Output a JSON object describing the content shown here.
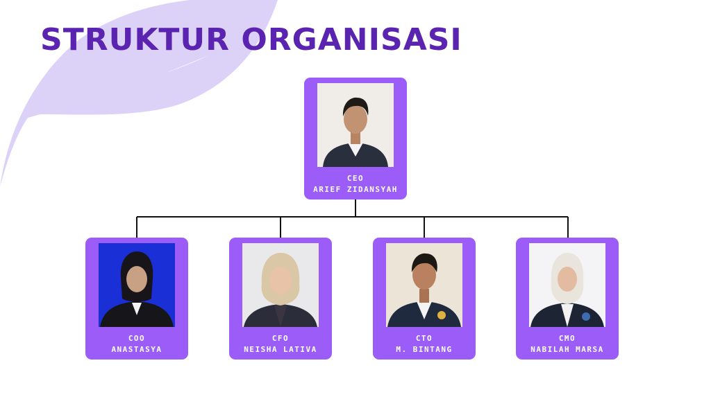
{
  "title": "STRUKTUR ORGANISASI",
  "colors": {
    "title": "#5b24b0",
    "card": "#9b5cf7",
    "leaf_shape": "#dcd2f8",
    "connector": "#111111"
  },
  "ceo": {
    "role": "CEO",
    "name": "ARIEF ZIDANSYAH",
    "photo": "portrait-photo"
  },
  "members": [
    {
      "role": "COO",
      "name": "ANASTASYA",
      "photo": "portrait-photo"
    },
    {
      "role": "CFO",
      "name": "NEISHA LATIVA",
      "photo": "portrait-photo"
    },
    {
      "role": "CTO",
      "name": "M. BINTANG",
      "photo": "portrait-photo"
    },
    {
      "role": "CMO",
      "name": "NABILAH MARSA",
      "photo": "portrait-photo"
    }
  ]
}
